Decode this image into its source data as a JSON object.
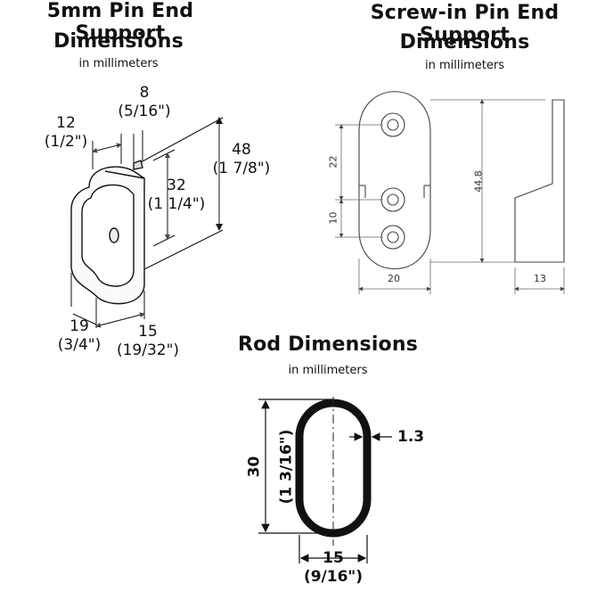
{
  "panel_pin": {
    "title_line1": "5mm Pin End Support",
    "title_line2": "Dimensions",
    "unit_note": "in millimeters",
    "dims": {
      "pin_mm": "8",
      "pin_in": "(5/16\")",
      "width_mm": "12",
      "width_in": "(1/2\")",
      "height_mm": "48",
      "height_in": "(1 7/8\")",
      "center_mm": "32",
      "center_in": "(1 1/4\")",
      "depth_mm": "19",
      "depth_in": "(3/4\")",
      "base_mm": "15",
      "base_in": "(19/32\")"
    }
  },
  "panel_screw": {
    "title_line1": "Screw-in Pin End Support",
    "title_line2": "Dimensions",
    "unit_note": "in millimeters",
    "dims": {
      "spacing_upper": "22",
      "spacing_lower": "10",
      "height": "44.8",
      "width": "20",
      "depth": "13"
    }
  },
  "panel_rod": {
    "title": "Rod Dimensions",
    "unit_note": "in millimeters",
    "dims": {
      "height_mm": "30",
      "height_in": "(1 3/16\")",
      "wall": "1.3",
      "width_mm": "15",
      "width_in": "(9/16\")"
    }
  }
}
